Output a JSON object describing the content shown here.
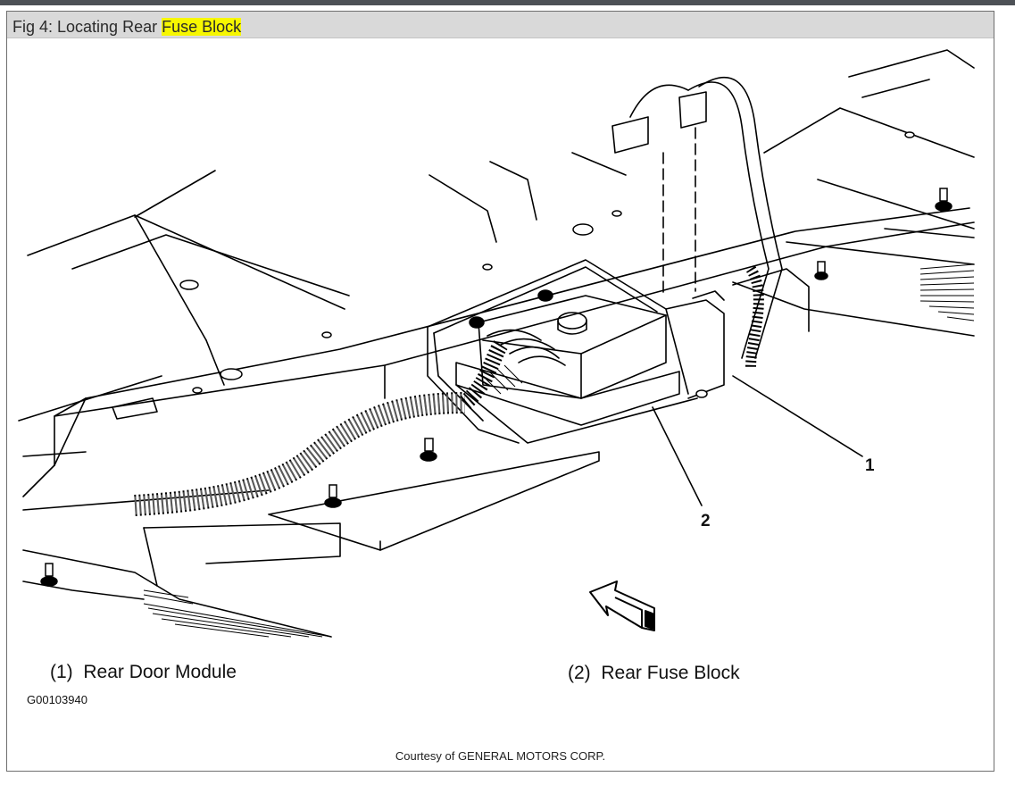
{
  "header": {
    "title_prefix": "Fig 4: Locating Rear ",
    "title_highlight": "Fuse Block",
    "highlight_color": "#f7f700"
  },
  "figure": {
    "callouts": [
      "1",
      "2"
    ],
    "legend": [
      {
        "number": "(1)",
        "label": "Rear Door Module"
      },
      {
        "number": "(2)",
        "label": "Rear Fuse Block"
      }
    ],
    "figure_code": "G00103940",
    "courtesy": "Courtesy of GENERAL MOTORS CORP."
  }
}
